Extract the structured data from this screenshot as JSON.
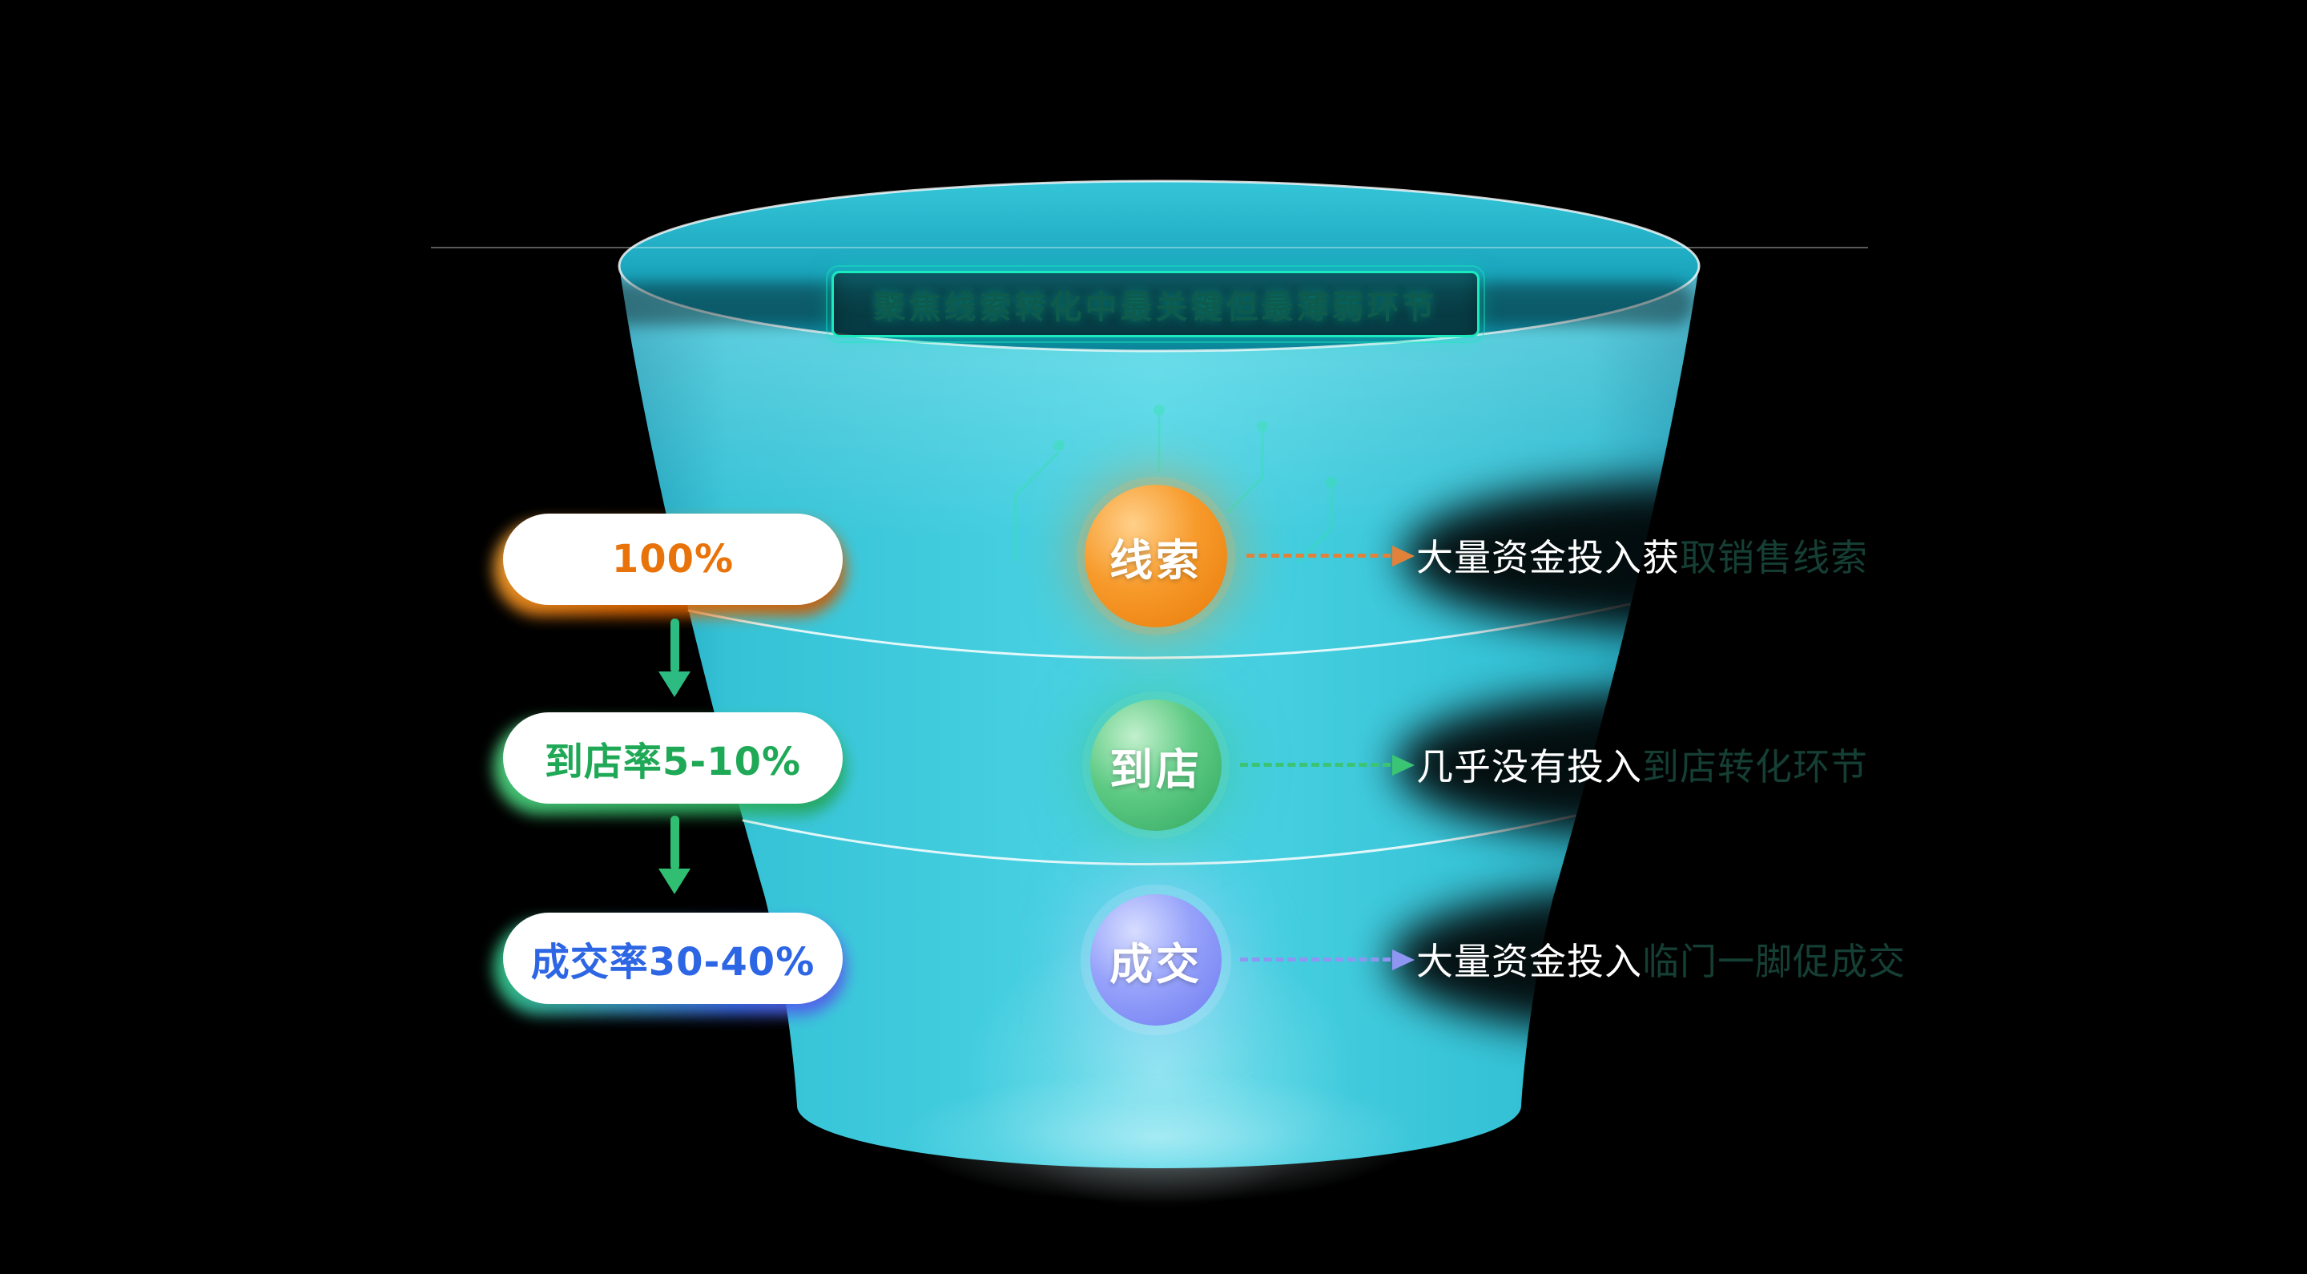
{
  "title": {
    "text": "聚焦线索转化中最关键但最薄弱环节"
  },
  "colors": {
    "background": "#000000",
    "funnel": "#3AC8DC",
    "title_border": "#1BE9BE",
    "leads_orange": "#F08519",
    "visit_green": "#3CBF6E",
    "deal_blue": "#7B8BF6"
  },
  "stages": [
    {
      "pill_label": "100%",
      "pill_text_color": "#E8730A",
      "bubble_label": "线索",
      "bubble_color": "#F08519",
      "arrow_color": "#E2823A",
      "note_visible": "大量资金投入获",
      "note_dim": "取销售线索"
    },
    {
      "pill_label": "到店率5-10%",
      "pill_text_color": "#1FA957",
      "bubble_label": "到店",
      "bubble_color": "#3CBF6E",
      "arrow_color": "#3BC474",
      "note_visible": "几乎没有投入",
      "note_dim": "到店转化环节"
    },
    {
      "pill_label": "成交率30-40%",
      "pill_text_color": "#2D66E4",
      "bubble_label": "成交",
      "bubble_color": "#7B8BF6",
      "arrow_color": "#8E96F2",
      "note_visible": "大量资金投入",
      "note_dim": "临门一脚促成交"
    }
  ]
}
